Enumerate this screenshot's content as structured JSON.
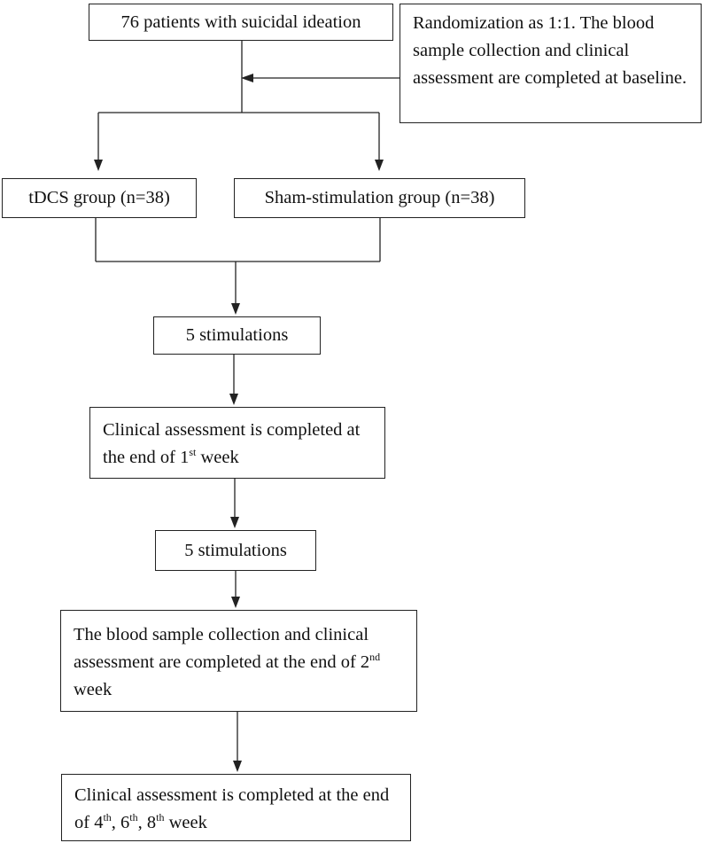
{
  "box_patients": "76 patients with suicidal ideation",
  "box_randomization": "Randomization as 1:1. The blood sample collection and clinical assessment are completed at baseline.",
  "box_tdcs": "tDCS group (n=38)",
  "box_sham": "Sham-stimulation group (n=38)",
  "box_stim1": "5 stimulations",
  "box_week1": {
    "text": "Clinical assessment is completed at the end of 1",
    "sup": "st",
    "tail": " week"
  },
  "box_stim2": "5 stimulations",
  "box_week2": {
    "text": "The blood sample collection and clinical assessment are completed at the end of 2",
    "sup": "nd",
    "tail": " week"
  },
  "box_followup": {
    "text_a": "Clinical assessment is completed at the end of 4",
    "sup_a": "th",
    "text_b": ", 6",
    "sup_b": "th",
    "text_c": ", 8",
    "sup_c": "th",
    "tail": " week"
  }
}
